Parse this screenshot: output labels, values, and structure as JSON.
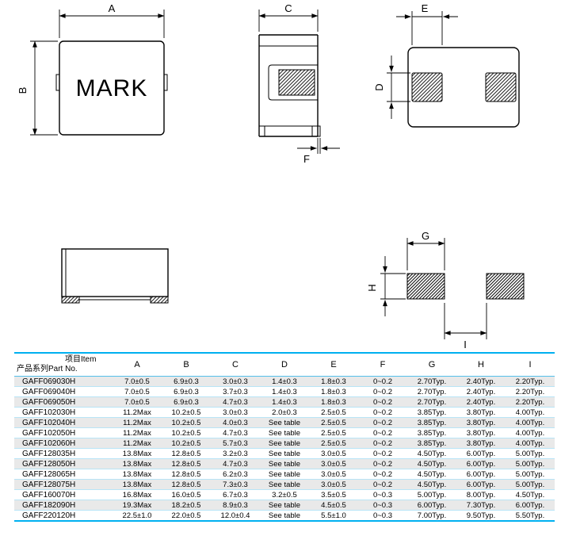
{
  "colors": {
    "accent_cyan": "#00b0f0",
    "row_alt_gray": "#e9e9e9",
    "row_line_blue": "#b8e4f6"
  },
  "drawings": {
    "mark_label": "MARK",
    "dims": {
      "a": "A",
      "b": "B",
      "c": "C",
      "d": "D",
      "e": "E",
      "f": "F",
      "g": "G",
      "h": "H",
      "i": "I"
    }
  },
  "table": {
    "header": {
      "item_label": "项目Item",
      "part_no_label": "产品系列Part No.",
      "columns": [
        "A",
        "B",
        "C",
        "D",
        "E",
        "F",
        "G",
        "H",
        "I"
      ]
    },
    "rows": [
      {
        "part": "GAFF069030H",
        "values": [
          "7.0±0.5",
          "6.9±0.3",
          "3.0±0.3",
          "1.4±0.3",
          "1.8±0.3",
          "0~0.2",
          "2.70Typ.",
          "2.40Typ.",
          "2.20Typ."
        ]
      },
      {
        "part": "GAFF069040H",
        "values": [
          "7.0±0.5",
          "6.9±0.3",
          "3.7±0.3",
          "1.4±0.3",
          "1.8±0.3",
          "0~0.2",
          "2.70Typ.",
          "2.40Typ.",
          "2.20Typ."
        ]
      },
      {
        "part": "GAFF069050H",
        "values": [
          "7.0±0.5",
          "6.9±0.3",
          "4.7±0.3",
          "1.4±0.3",
          "1.8±0.3",
          "0~0.2",
          "2.70Typ.",
          "2.40Typ.",
          "2.20Typ."
        ]
      },
      {
        "part": "GAFF102030H",
        "values": [
          "11.2Max",
          "10.2±0.5",
          "3.0±0.3",
          "2.0±0.3",
          "2.5±0.5",
          "0~0.2",
          "3.85Typ.",
          "3.80Typ.",
          "4.00Typ."
        ]
      },
      {
        "part": "GAFF102040H",
        "values": [
          "11.2Max",
          "10.2±0.5",
          "4.0±0.3",
          "See table",
          "2.5±0.5",
          "0~0.2",
          "3.85Typ.",
          "3.80Typ.",
          "4.00Typ."
        ]
      },
      {
        "part": "GAFF102050H",
        "values": [
          "11.2Max",
          "10.2±0.5",
          "4.7±0.3",
          "See table",
          "2.5±0.5",
          "0~0.2",
          "3.85Typ.",
          "3.80Typ.",
          "4.00Typ."
        ]
      },
      {
        "part": "GAFF102060H",
        "values": [
          "11.2Max",
          "10.2±0.5",
          "5.7±0.3",
          "See table",
          "2.5±0.5",
          "0~0.2",
          "3.85Typ.",
          "3.80Typ.",
          "4.00Typ."
        ]
      },
      {
        "part": "GAFF128035H",
        "values": [
          "13.8Max",
          "12.8±0.5",
          "3.2±0.3",
          "See table",
          "3.0±0.5",
          "0~0.2",
          "4.50Typ.",
          "6.00Typ.",
          "5.00Typ."
        ]
      },
      {
        "part": "GAFF128050H",
        "values": [
          "13.8Max",
          "12.8±0.5",
          "4.7±0.3",
          "See table",
          "3.0±0.5",
          "0~0.2",
          "4.50Typ.",
          "6.00Typ.",
          "5.00Typ."
        ]
      },
      {
        "part": "GAFF128065H",
        "values": [
          "13.8Max",
          "12.8±0.5",
          "6.2±0.3",
          "See table",
          "3.0±0.5",
          "0~0.2",
          "4.50Typ.",
          "6.00Typ.",
          "5.00Typ."
        ]
      },
      {
        "part": "GAFF128075H",
        "values": [
          "13.8Max",
          "12.8±0.5",
          "7.3±0.3",
          "See table",
          "3.0±0.5",
          "0~0.2",
          "4.50Typ.",
          "6.00Typ.",
          "5.00Typ."
        ]
      },
      {
        "part": "GAFF160070H",
        "values": [
          "16.8Max",
          "16.0±0.5",
          "6.7±0.3",
          "3.2±0.5",
          "3.5±0.5",
          "0~0.3",
          "5.00Typ.",
          "8.00Typ.",
          "4.50Typ."
        ]
      },
      {
        "part": "GAFF182090H",
        "values": [
          "19.3Max",
          "18.2±0.5",
          "8.9±0.3",
          "See table",
          "4.5±0.5",
          "0~0.3",
          "6.00Typ.",
          "7.30Typ.",
          "6.00Typ."
        ]
      },
      {
        "part": "GAFF220120H",
        "values": [
          "22.5±1.0",
          "22.0±0.5",
          "12.0±0.4",
          "See table",
          "5.5±1.0",
          "0~0.3",
          "7.00Typ.",
          "9.50Typ.",
          "5.50Typ."
        ]
      }
    ]
  }
}
